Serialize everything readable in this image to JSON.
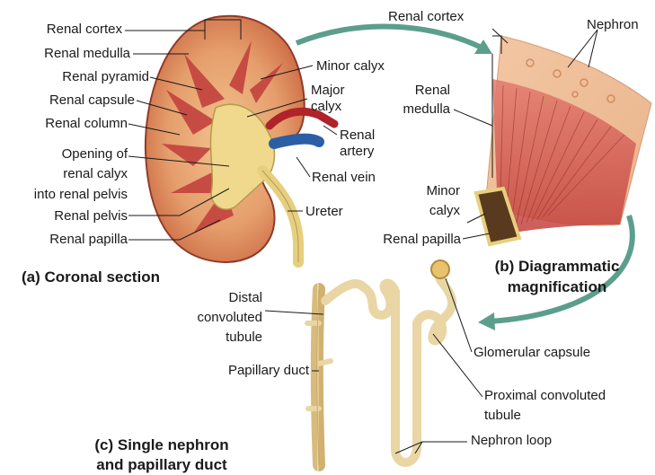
{
  "coronal": {
    "labels": {
      "renal_cortex": "Renal cortex",
      "renal_medulla": "Renal medulla",
      "renal_pyramid": "Renal pyramid",
      "renal_capsule": "Renal capsule",
      "renal_column": "Renal column",
      "opening_line1": "Opening of",
      "opening_line2": "renal calyx",
      "opening_line3": "into renal pelvis",
      "renal_pelvis": "Renal pelvis",
      "renal_papilla": "Renal papilla",
      "minor_calyx": "Minor calyx",
      "major_calyx_line1": "Major",
      "major_calyx_line2": "calyx",
      "renal_artery_line1": "Renal",
      "renal_artery_line2": "artery",
      "renal_vein": "Renal vein",
      "ureter": "Ureter"
    },
    "caption": "(a) Coronal section"
  },
  "magnification": {
    "labels": {
      "renal_cortex": "Renal cortex",
      "nephron": "Nephron",
      "renal_medulla_line1": "Renal",
      "renal_medulla_line2": "medulla",
      "minor_calyx_line1": "Minor",
      "minor_calyx_line2": "calyx",
      "renal_papilla": "Renal papilla"
    },
    "caption_line1": "(b) Diagrammatic",
    "caption_line2": "magnification"
  },
  "nephron": {
    "labels": {
      "distal_line1": "Distal",
      "distal_line2": "convoluted",
      "distal_line3": "tubule",
      "papillary_duct": "Papillary duct",
      "glomerular_capsule": "Glomerular capsule",
      "proximal_line1": "Proximal convoluted",
      "proximal_line2": "tubule",
      "nephron_loop": "Nephron loop"
    },
    "caption_line1": "(c) Single nephron",
    "caption_line2": "and papillary duct"
  },
  "colors": {
    "cortex": "#e8a27a",
    "medulla": "#c8413a",
    "pelvis": "#efd98a",
    "artery": "#b0232a",
    "vein": "#2a5fa6",
    "tubule": "#e9d6a4",
    "arrow": "#5c9e8c"
  }
}
